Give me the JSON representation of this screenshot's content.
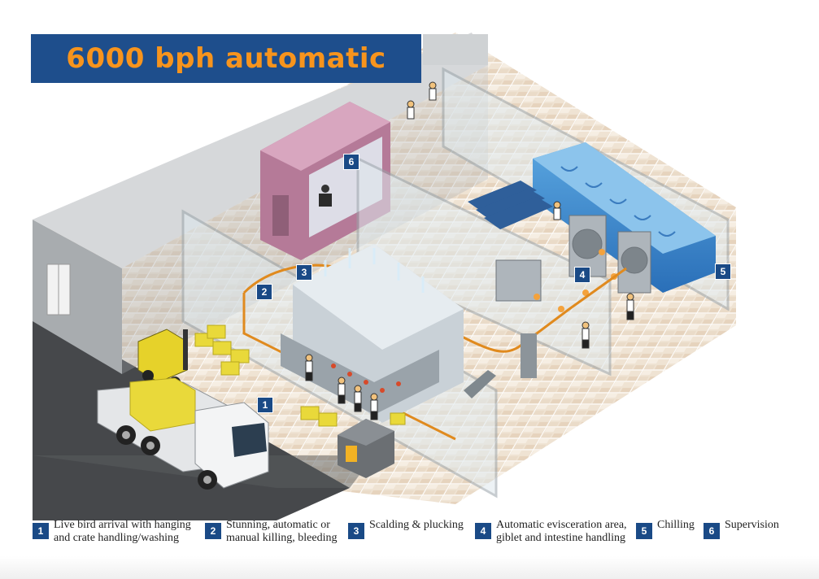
{
  "title": "6000 bph automatic",
  "colors": {
    "banner": "#1e4e8c",
    "title_text": "#f7941d",
    "marker": "#1a4a86"
  },
  "markers": [
    {
      "label": "1"
    },
    {
      "label": "2"
    },
    {
      "label": "3"
    },
    {
      "label": "4"
    },
    {
      "label": "5"
    },
    {
      "label": "6"
    }
  ],
  "legend": [
    {
      "num": "1",
      "line1": "Live bird arrival with hanging",
      "line2": "and crate handling/washing"
    },
    {
      "num": "2",
      "line1": "Stunning, automatic or",
      "line2": "manual killing, bleeding"
    },
    {
      "num": "3",
      "line1": "Scalding & plucking",
      "line2": ""
    },
    {
      "num": "4",
      "line1": "Automatic evisceration area,",
      "line2": "giblet and intestine handling"
    },
    {
      "num": "5",
      "line1": "Chilling",
      "line2": ""
    },
    {
      "num": "6",
      "line1": "Supervision",
      "line2": ""
    }
  ]
}
